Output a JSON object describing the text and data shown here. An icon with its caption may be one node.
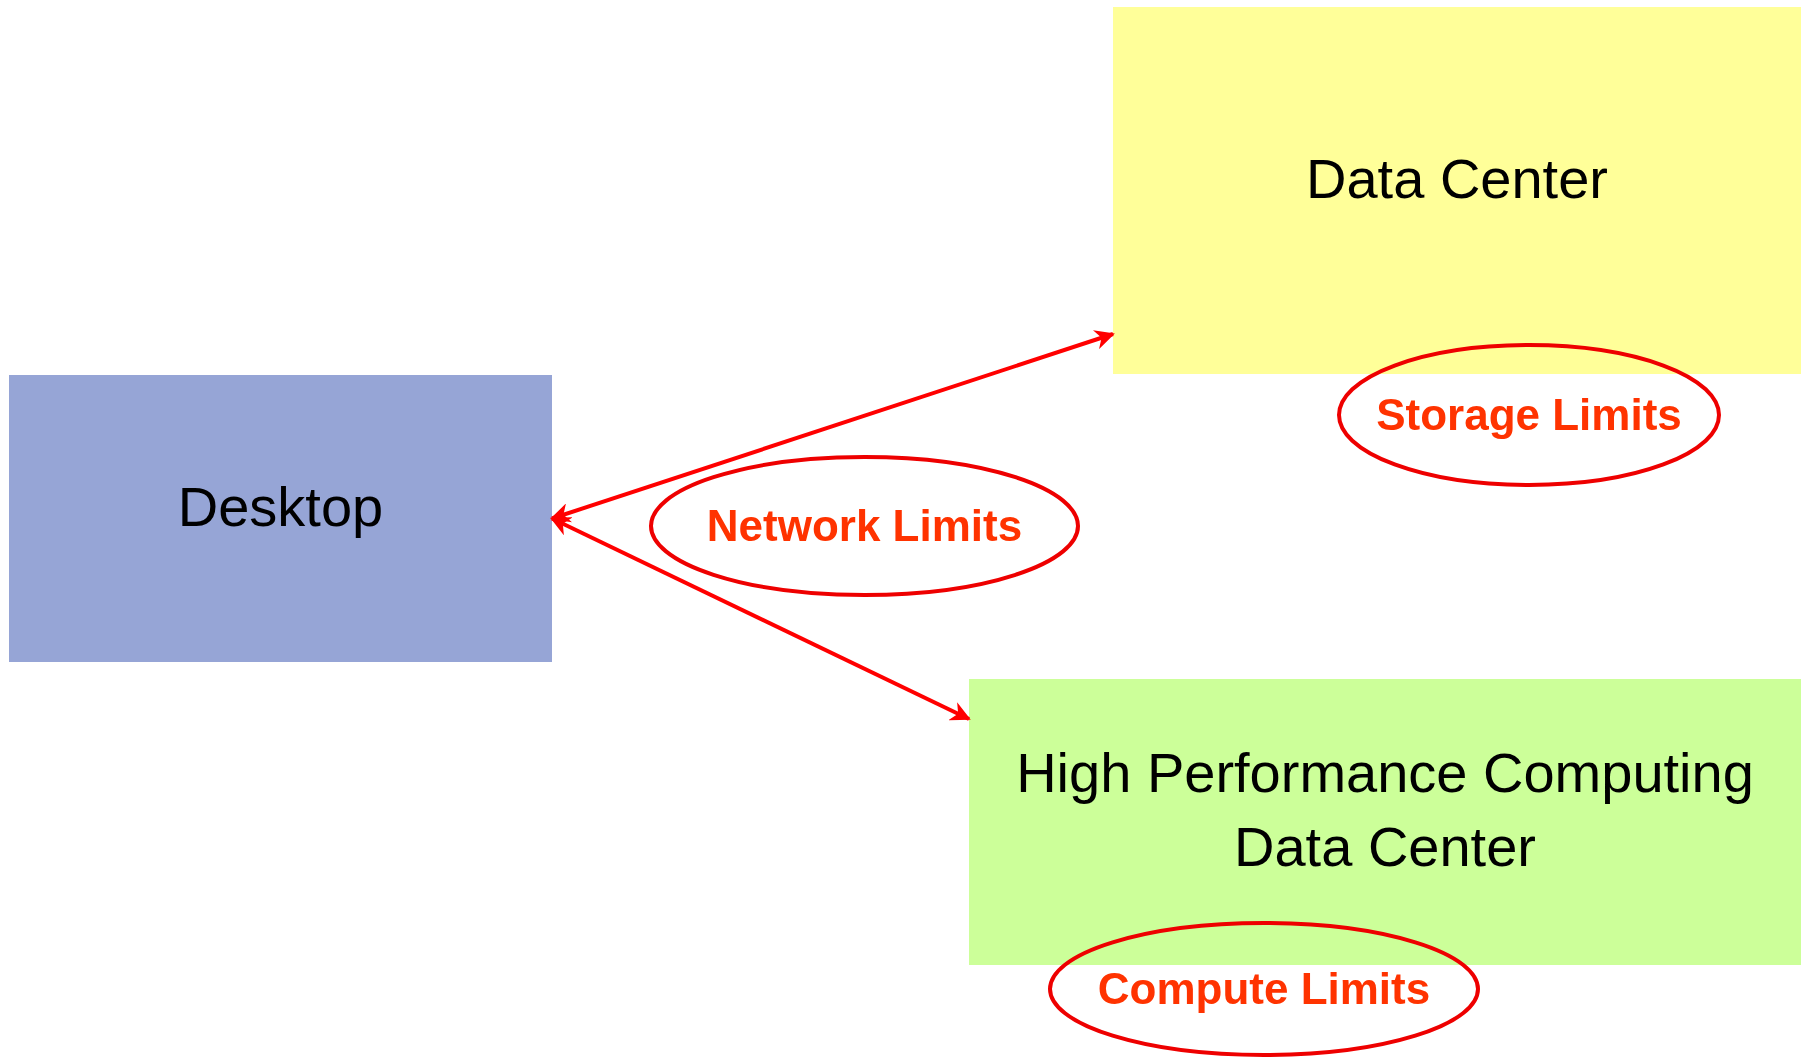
{
  "diagram": {
    "nodes": [
      {
        "text": [
          "Data Center"
        ]
      },
      {
        "text": [
          "Storage Limits"
        ]
      },
      {
        "text": [
          "Desktop"
        ]
      },
      {
        "text": [
          "Network Limits"
        ]
      },
      {
        "text": [
          "High Performance Computing",
          "Data Center"
        ]
      },
      {
        "text": [
          "Compute Limits"
        ]
      }
    ],
    "edges": [
      {
        "from": 2,
        "to": 0,
        "arrow": "both"
      },
      {
        "from": 2,
        "to": 4,
        "arrow": "both"
      }
    ]
  }
}
